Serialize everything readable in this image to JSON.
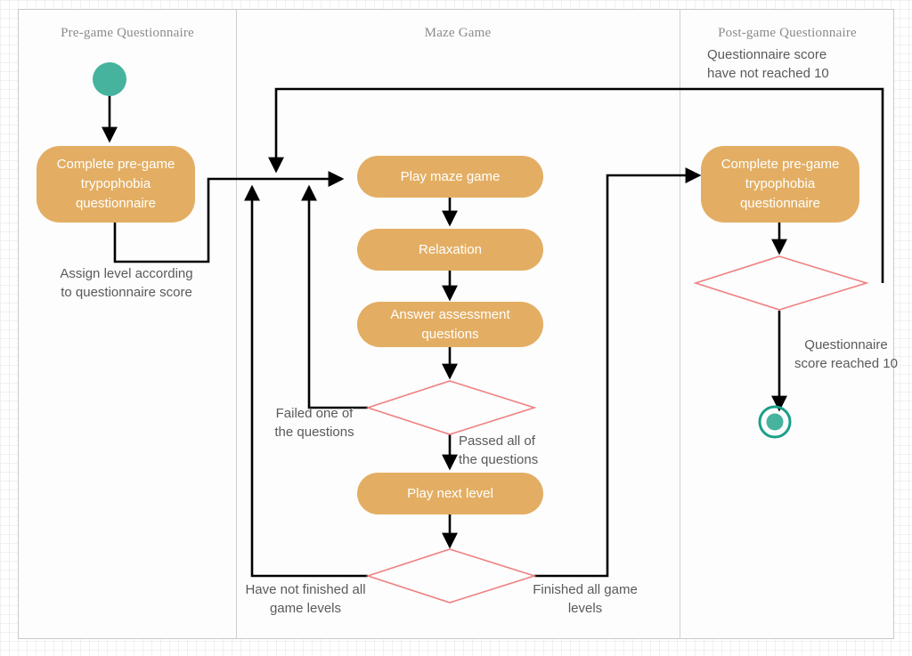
{
  "diagram": {
    "type": "uml-activity-diagram",
    "title": "Trypophobia maze game activity flow",
    "colors": {
      "action_fill": "#e3ae63",
      "action_text": "#ffffff",
      "decision_stroke": "#f07f7f",
      "node_teal": "#45b39d",
      "connector": "#000000",
      "lane_title": "#8b8b8b",
      "label_text": "#5a5a5a",
      "lane_border": "#c9c9c9"
    }
  },
  "lanes": [
    {
      "id": "pre-game",
      "title": "Pre-game Questionnaire"
    },
    {
      "id": "maze-game",
      "title": "Maze Game"
    },
    {
      "id": "post-game",
      "title": "Post-game Questionnaire"
    }
  ],
  "nodes": {
    "start": {
      "kind": "initial-node",
      "label": ""
    },
    "end": {
      "kind": "final-node",
      "label": ""
    },
    "pre_questionnaire": {
      "kind": "action",
      "label": "Complete pre-game\ntrypophobia\nquestionnaire"
    },
    "play_maze": {
      "kind": "action",
      "label": "Play maze game"
    },
    "relaxation": {
      "kind": "action",
      "label": "Relaxation"
    },
    "answer_assessment": {
      "kind": "action",
      "label": "Answer assessment\nquestions"
    },
    "play_next_level": {
      "kind": "action",
      "label": "Play next level"
    },
    "post_questionnaire": {
      "kind": "action",
      "label": "Complete pre-game\ntrypophobia\nquestionnaire"
    },
    "decision_questions": {
      "kind": "decision",
      "label": ""
    },
    "decision_levels": {
      "kind": "decision",
      "label": ""
    },
    "decision_score": {
      "kind": "decision",
      "label": ""
    }
  },
  "labels": {
    "assign_level": "Assign level according\nto questionnaire score",
    "failed_questions": "Failed one of\nthe questions",
    "passed_questions": "Passed all of\nthe questions",
    "not_finished_levels": "Have not finished all\ngame levels",
    "finished_levels": "Finished all game\nlevels",
    "score_not_reached": "Questionnaire score\nhave not reached 10",
    "score_reached": "Questionnaire\nscore reached 10"
  }
}
